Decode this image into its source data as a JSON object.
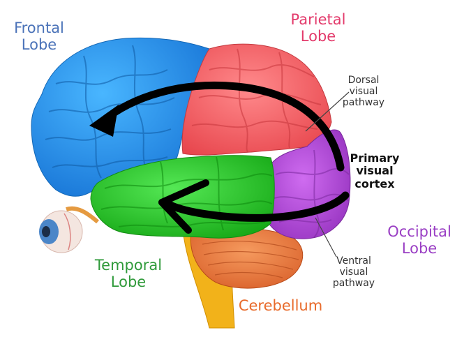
{
  "labels": {
    "frontal": {
      "line1": "Frontal",
      "line2": "Lobe",
      "color": "#4a72b8"
    },
    "parietal": {
      "line1": "Parietal",
      "line2": "Lobe",
      "color": "#e33a6b"
    },
    "occipital": {
      "line1": "Occipital",
      "line2": "Lobe",
      "color": "#9a3fc4"
    },
    "temporal": {
      "line1": "Temporal",
      "line2": "Lobe",
      "color": "#2f9a3a"
    },
    "cerebellum": {
      "text": "Cerebellum",
      "color": "#e86a2a"
    },
    "dorsal": {
      "line1": "Dorsal",
      "line2": "visual",
      "line3": "pathway"
    },
    "ventral": {
      "line1": "Ventral",
      "line2": "visual",
      "line3": "pathway"
    },
    "primary": {
      "line1": "Primary",
      "line2": "visual",
      "line3": "cortex"
    }
  },
  "colors": {
    "frontal_lobe": "#1f8fe8",
    "parietal_lobe": "#f25a5f",
    "occipital_lobe": "#a93fcf",
    "temporal_lobe": "#21c421",
    "cerebellum": "#e8733a",
    "brainstem": "#f2b21a",
    "arrow": "#000000"
  }
}
